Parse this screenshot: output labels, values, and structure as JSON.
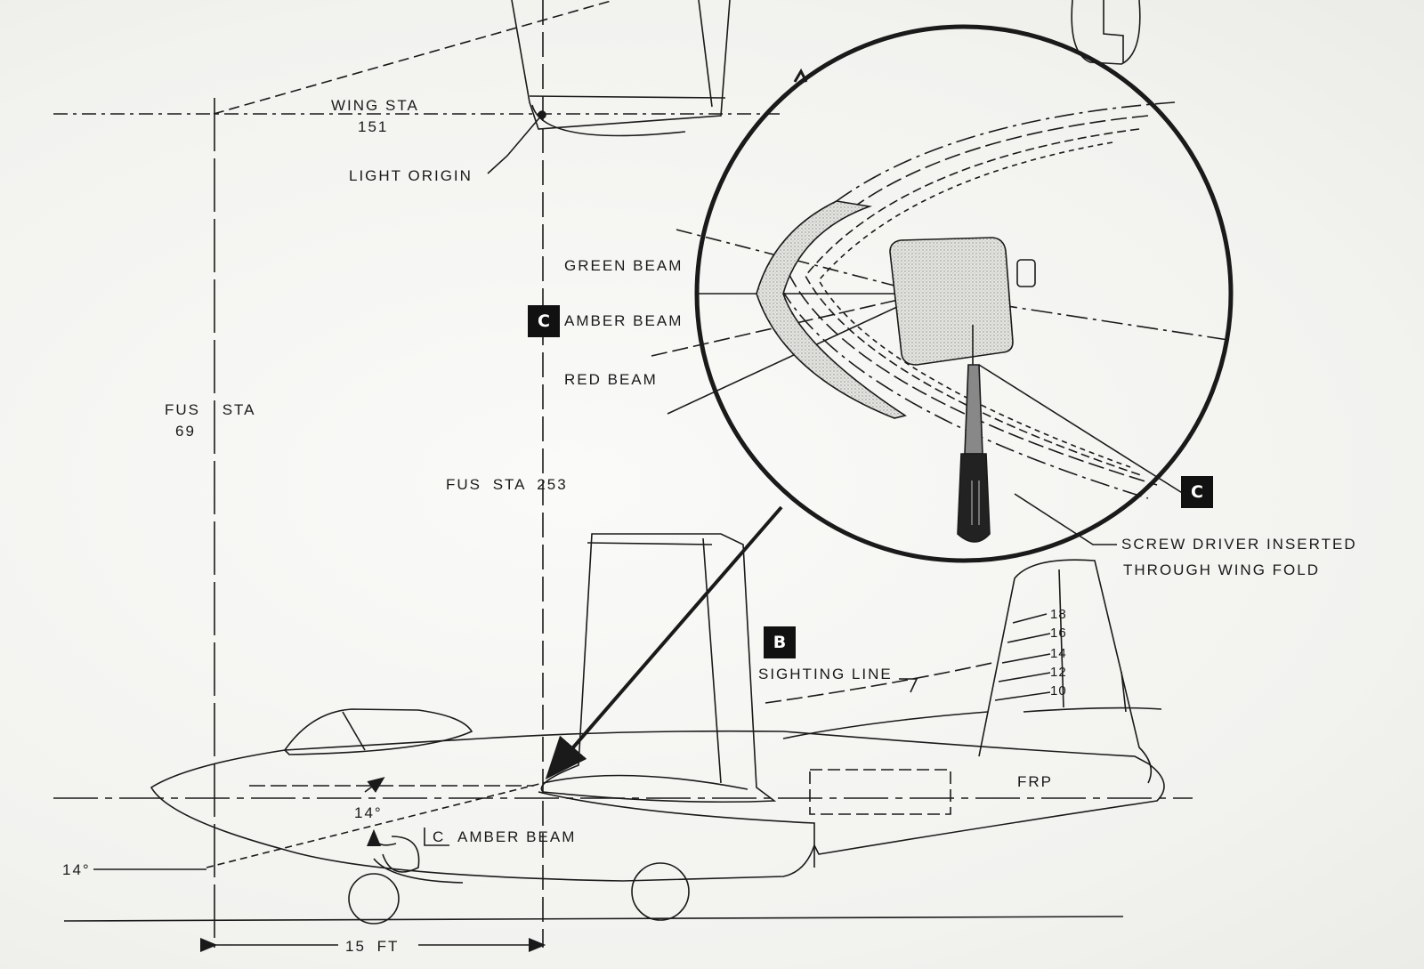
{
  "labels": {
    "wing_sta_title": "WING STA",
    "wing_sta_value": "151",
    "light_origin": "LIGHT ORIGIN",
    "green_beam": "GREEN BEAM",
    "amber_beam": "AMBER BEAM",
    "red_beam": "RED BEAM",
    "fus_sta_69_title": "FUS STA",
    "fus_sta_69_value": "69",
    "fus_sta_253": "FUS STA 253",
    "screw_driver_line1": "SCREW DRIVER INSERTED",
    "screw_driver_line2": "THROUGH WING FOLD",
    "sighting_line": "SIGHTING LINE",
    "frp": "FRP",
    "angle_upper": "14°",
    "angle_lower": "14°",
    "cl_amber_beam": "AMBER BEAM",
    "cl_symbol": "C",
    "distance": "15 FT",
    "tail_scale": [
      "18",
      "16",
      "14",
      "12",
      "10"
    ]
  },
  "badges": {
    "c_left": "C",
    "c_right": "C",
    "b": "B"
  },
  "colors": {
    "ink": "#1a1a1a",
    "paper": "#f4f4f2",
    "badge_bg": "#111111",
    "shading": "#d6d6d2"
  }
}
